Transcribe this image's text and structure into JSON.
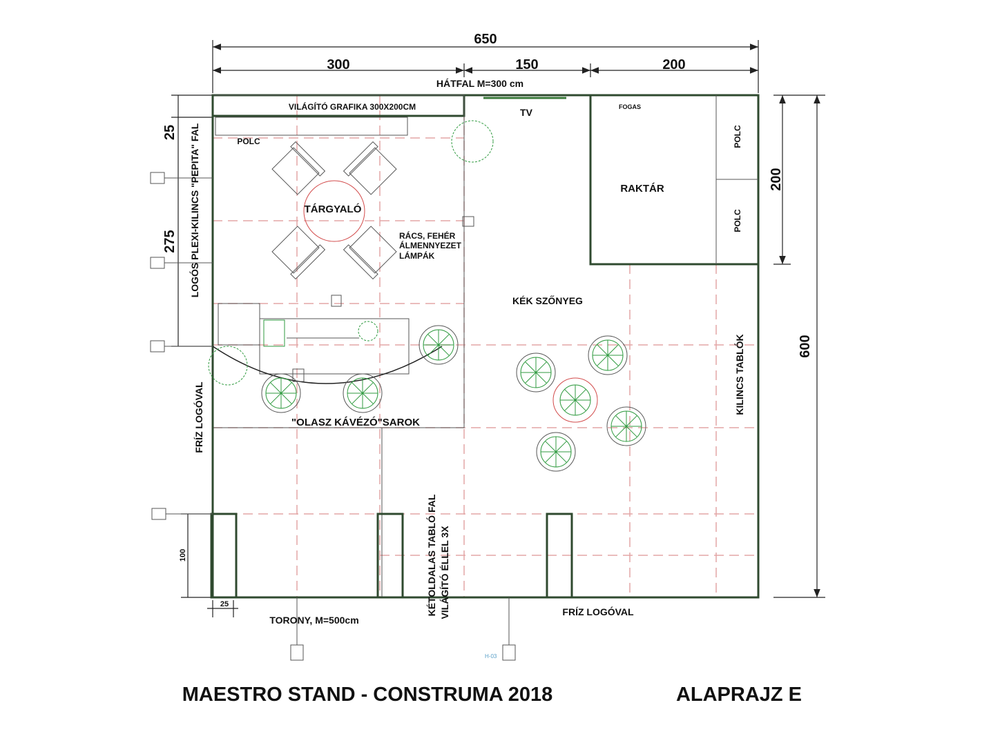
{
  "dimensions": {
    "total_width": "650",
    "seg1": "300",
    "seg2": "150",
    "seg3": "200",
    "right_upper": "200",
    "right_total": "600",
    "left_upper": "25",
    "left_lower": "275",
    "bottom_left_height": "100",
    "bottom_left_width": "25"
  },
  "labels": {
    "back_wall": "HÁTFAL M=300 cm",
    "light_graphic": "VILÁGÍTÓ GRAFIKA 300X200CM",
    "tv": "TV",
    "hook": "FOGAS",
    "shelf1": "POLC",
    "shelf2": "POLC",
    "shelf3": "POLC",
    "storage": "RAKTÁR",
    "meeting": "TÁRGYALÓ",
    "ceiling1": "RÁCS, FEHÉR",
    "ceiling2": "ÁLMENNYEZET",
    "ceiling3": "LÁMPÁK",
    "left_wall": "LOGÓS PLEXI-KILINCS \"PEPITA\" FAL",
    "carpet": "KÉK SZŐNYEG",
    "handle_boards": "KILINCS TABLÓK",
    "cafe": "\"OLASZ KÁVÉZÓ\"SAROK",
    "frieze_left": "FRÍZ LOGÓVAL",
    "frieze_bottom": "FRÍZ LOGÓVAL",
    "tower": "TORONY, M=500cm",
    "board_wall1": "KÉTOLDALAS TABLÓ FAL",
    "board_wall2": "VILÁGÍTÓ ÉLLEL 3X",
    "marker": "H-03"
  },
  "title": {
    "main": "MAESTRO STAND - CONSTRUMA 2018",
    "plan": "ALAPRAJZ E"
  }
}
